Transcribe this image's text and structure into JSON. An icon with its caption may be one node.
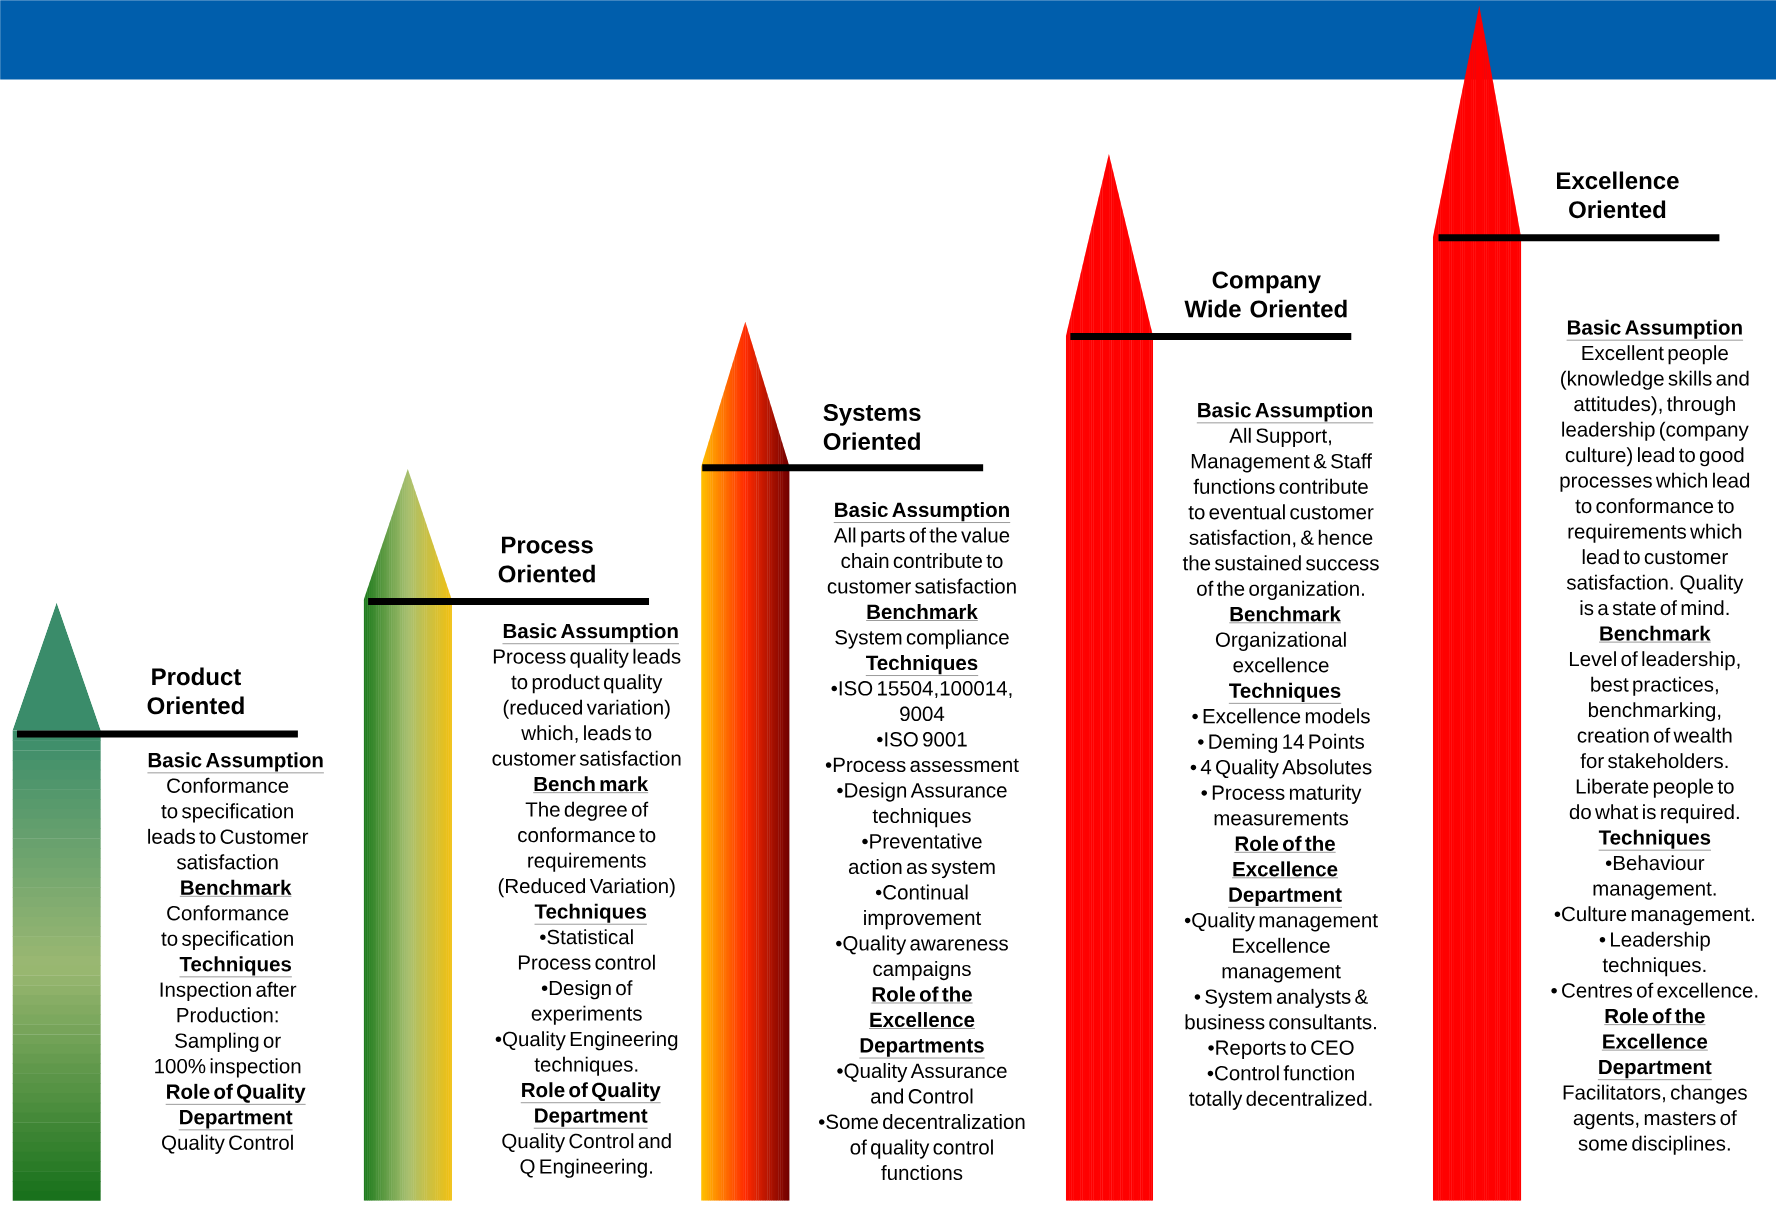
{
  "diagram": {
    "nodes": [
      {
        "text": [],
        "shape": "bar"
      },
      {
        "text": [
          "Product Oriented",
          "Basic Assumption",
          "Conformance to specification leads to Customer satisfaction",
          "Benchmark",
          "Conformance to specification",
          "Techniques",
          "Inspection after Production: Sampling or 100% inspection",
          "Role of Quality Department",
          "Quality Control"
        ]
      },
      {
        "text": [
          "Process Oriented",
          "Basic Assumption",
          "Process quality leads to product quality (reduced variation) which, leads to customer satisfaction",
          "Bench mark",
          "The degree of conformance to requirements (Reduced Variation)",
          "Techniques",
          "•Statistical Process control",
          "•Design of experiments",
          "•Quality Engineering techniques.",
          "Role of Quality Department",
          "Quality Control and Q Engineering."
        ]
      },
      {
        "text": [
          "Systems Oriented",
          "Basic Assumption",
          "All parts of the value chain contribute to customer satisfaction",
          "Benchmark",
          "System compliance",
          "Techniques",
          "•ISO 15504,100014, 9004",
          "•ISO 9001",
          "•Process assessment",
          "•Design Assurance techniques",
          "•Preventative action as system",
          "•Continual improvement",
          "•Quality awareness campaigns",
          "Role of the Excellence Departments",
          "•Quality Assurance and Control",
          "•Some decentralization of quality control functions"
        ]
      },
      {
        "text": [
          "Company Wide Oriented",
          "Basic Assumption",
          "All Support, Management & Staff functions contribute to eventual customer satisfaction, & hence the sustained success of the organization.",
          "Benchmark",
          "Organizational excellence",
          "Techniques",
          "• Excellence models",
          "• Deming 14 Points",
          "• 4 Quality Absolutes",
          "• Process maturity measurements",
          "Role of the Excellence Department",
          "•Quality management Excellence management",
          "• System analysts & business consultants.",
          "•Reports to CEO",
          "•Control function totally decentralized."
        ]
      },
      {
        "text": [
          "Excellence Oriented",
          "Basic Assumption",
          "Excellent people (knowledge skills and attitudes), through leadership (company culture) lead to good processes which lead to conformance to requirements which lead to customer satisfaction. Quality is a state of mind.",
          "Benchmark",
          "Level of leadership, best practices, benchmarking, creation of wealth for stakeholders.",
          "Liberate people to do what is required.",
          "Techniques",
          "•Behaviour management.",
          "•Culture management.",
          "• Leadership techniques.",
          "• Centres of excellence.",
          "Role of the Excellence Department",
          "Facilitators, changes agents, masters of some disciplines."
        ]
      }
    ]
  }
}
